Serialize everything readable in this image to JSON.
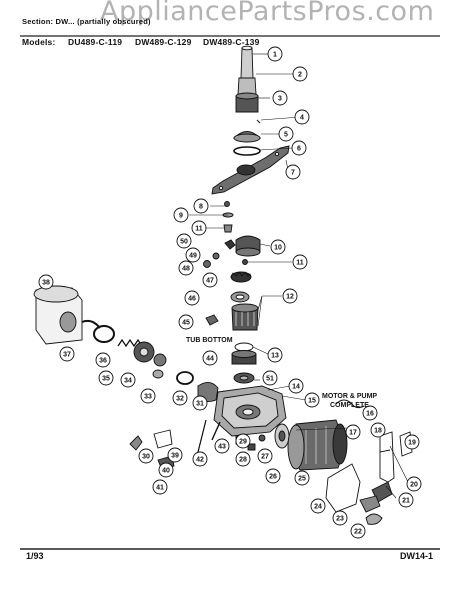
{
  "header": {
    "watermark": "AppliancePartsPros.com",
    "section_line": "Section: DW... (partially obscured)",
    "models_label": "Models:",
    "models": [
      "DU489-C-119",
      "DW489-C-129",
      "DW489-C-139"
    ]
  },
  "annotations": {
    "tub_bottom": "TUB BOTTOM",
    "motor_pump_line1": "MOTOR & PUMP",
    "motor_pump_line2": "COMPLETE"
  },
  "callouts": [
    "1",
    "2",
    "3",
    "4",
    "5",
    "6",
    "7",
    "8",
    "9",
    "10",
    "11",
    "12",
    "13",
    "14",
    "15",
    "16",
    "17",
    "18",
    "19",
    "20",
    "21",
    "22",
    "23",
    "24",
    "25",
    "26",
    "27",
    "28",
    "29",
    "30",
    "31",
    "32",
    "33",
    "34",
    "35",
    "36",
    "37",
    "38",
    "39",
    "40",
    "41",
    "42",
    "43",
    "44",
    "45",
    "46",
    "47",
    "48",
    "49",
    "50",
    "51"
  ],
  "footer": {
    "date": "1/93",
    "page_code": "DW14-1"
  }
}
